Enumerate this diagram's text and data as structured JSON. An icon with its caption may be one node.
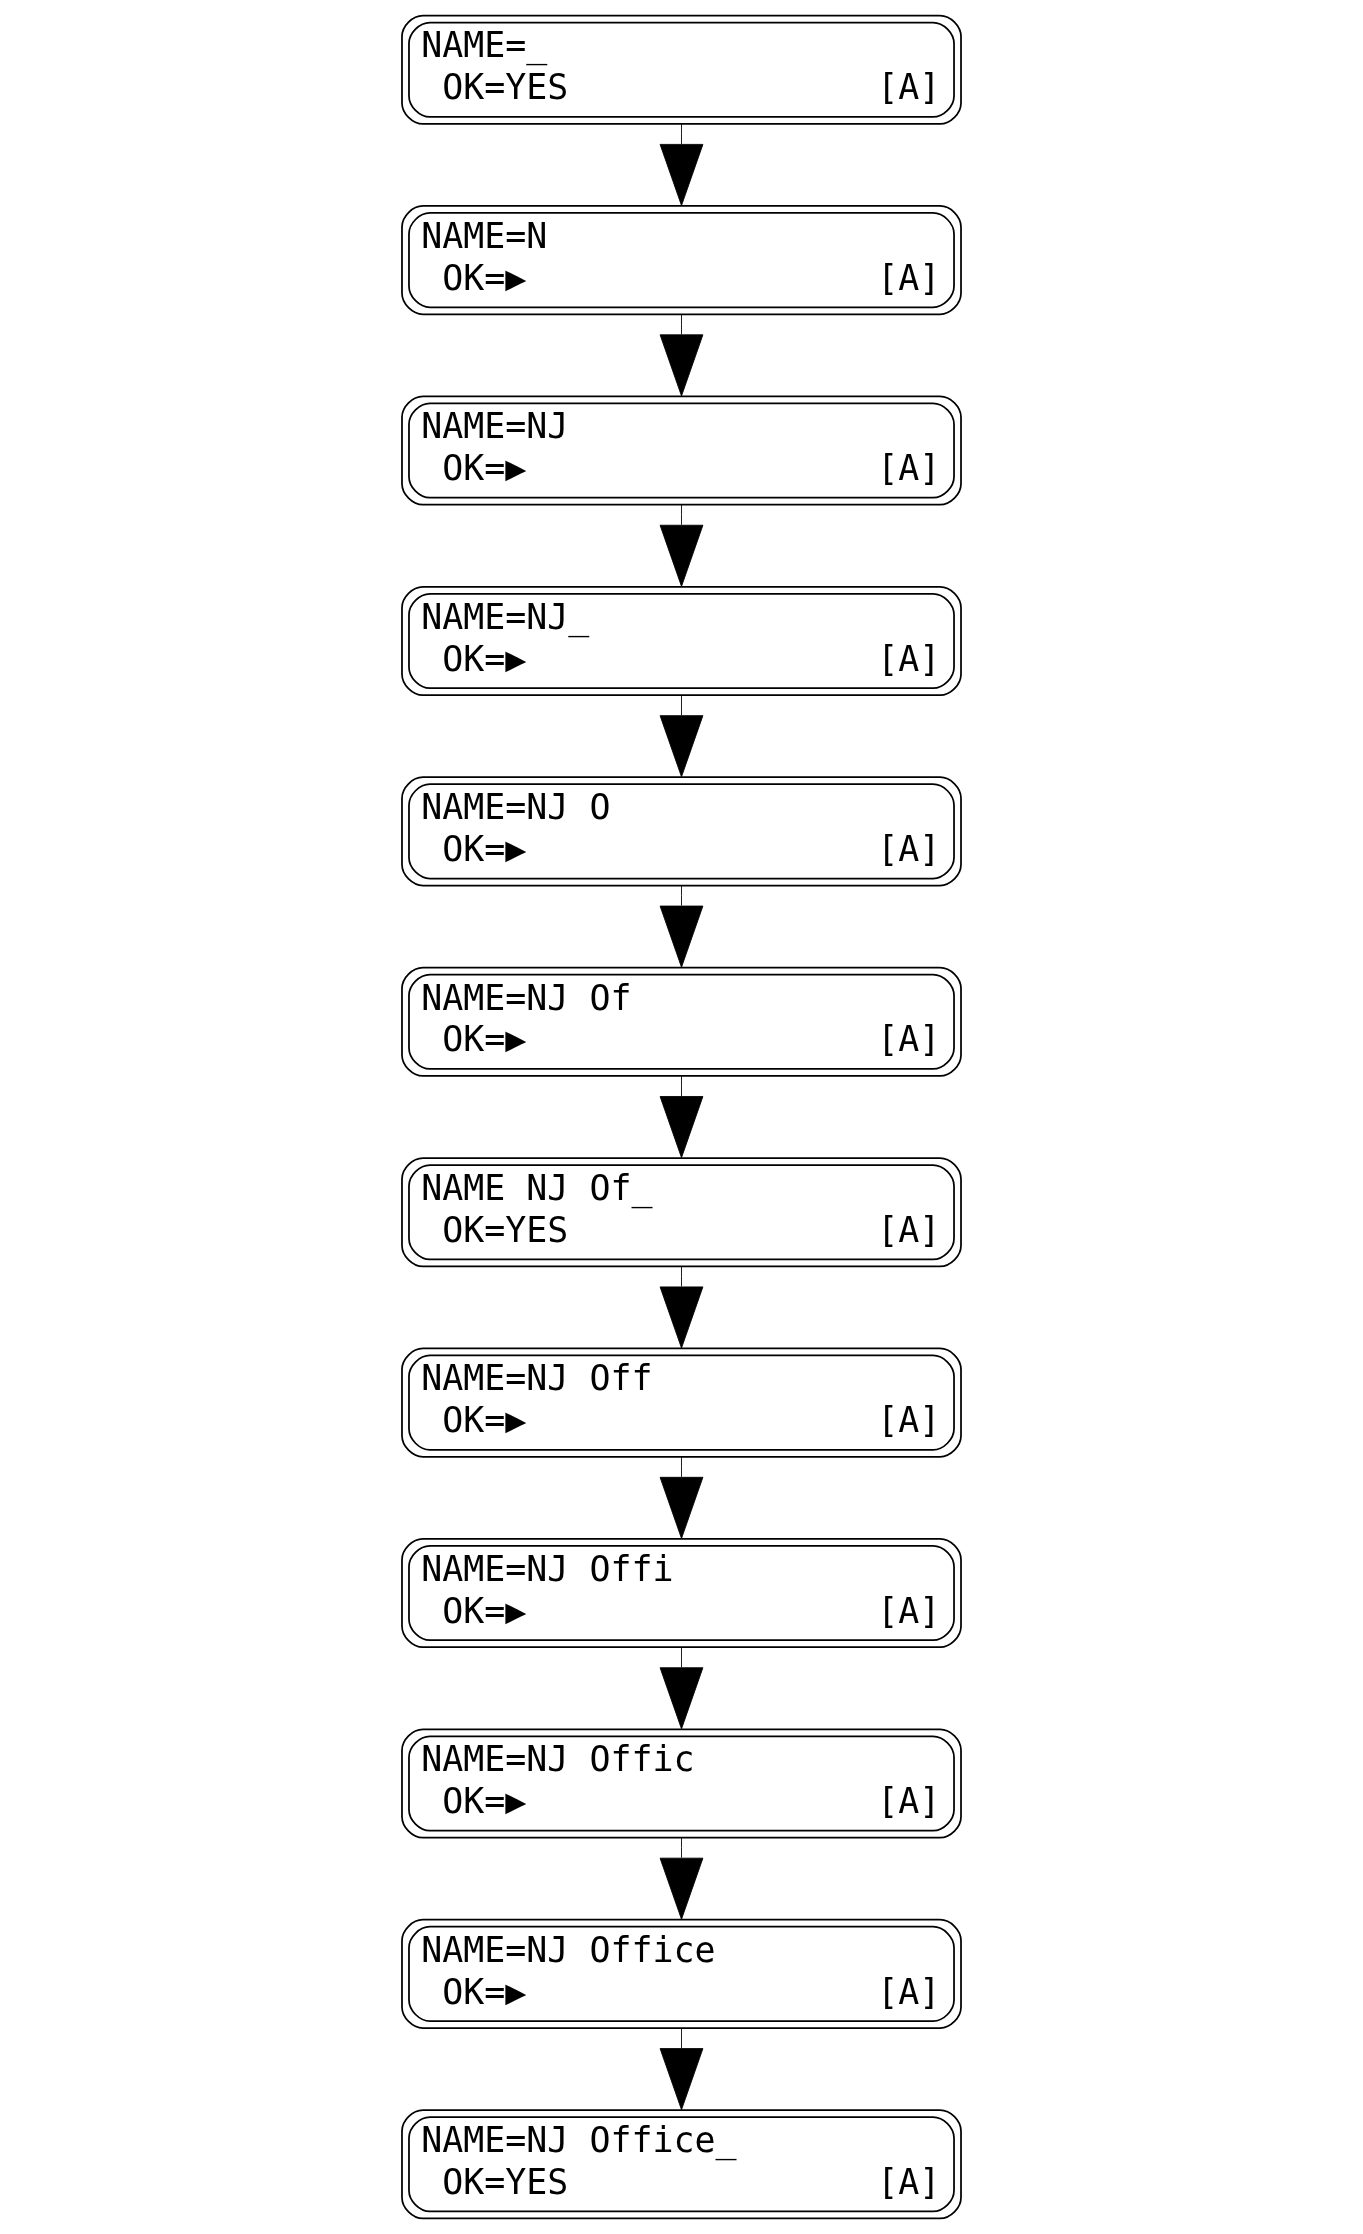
{
  "diagram": {
    "nodes": [
      {
        "text": [
          "NAME=_",
          "OK=YES",
          "[A]"
        ]
      },
      {
        "text": [
          "NAME=N",
          "OK=▶",
          "[A]"
        ]
      },
      {
        "text": [
          "NAME=NJ",
          "OK=▶",
          "[A]"
        ]
      },
      {
        "text": [
          "NAME=NJ_",
          "OK=▶",
          "[A]"
        ]
      },
      {
        "text": [
          "NAME=NJ O",
          "OK=▶",
          "[A]"
        ]
      },
      {
        "text": [
          "NAME=NJ Of",
          "OK=▶",
          "[A]"
        ]
      },
      {
        "text": [
          "NAME NJ Of_",
          "OK=YES",
          "[A]"
        ]
      },
      {
        "text": [
          "NAME=NJ Off",
          "OK=▶",
          "[A]"
        ]
      },
      {
        "text": [
          "NAME=NJ Offi",
          "OK=▶",
          "[A]"
        ]
      },
      {
        "text": [
          "NAME=NJ Offic",
          "OK=▶",
          "[A]"
        ]
      },
      {
        "text": [
          "NAME=NJ Office",
          "OK=▶",
          "[A]"
        ]
      },
      {
        "text": [
          "NAME=NJ Office_",
          "OK=YES",
          "[A]"
        ]
      }
    ],
    "edges": [
      {
        "from": 0,
        "to": 1,
        "arrow": "to"
      },
      {
        "from": 1,
        "to": 2,
        "arrow": "to"
      },
      {
        "from": 2,
        "to": 3,
        "arrow": "to"
      },
      {
        "from": 3,
        "to": 4,
        "arrow": "to"
      },
      {
        "from": 4,
        "to": 5,
        "arrow": "to"
      },
      {
        "from": 5,
        "to": 6,
        "arrow": "to"
      },
      {
        "from": 6,
        "to": 7,
        "arrow": "to"
      },
      {
        "from": 7,
        "to": 8,
        "arrow": "to"
      },
      {
        "from": 8,
        "to": 9,
        "arrow": "to"
      },
      {
        "from": 9,
        "to": 10,
        "arrow": "to"
      },
      {
        "from": 10,
        "to": 11,
        "arrow": "to"
      }
    ]
  }
}
